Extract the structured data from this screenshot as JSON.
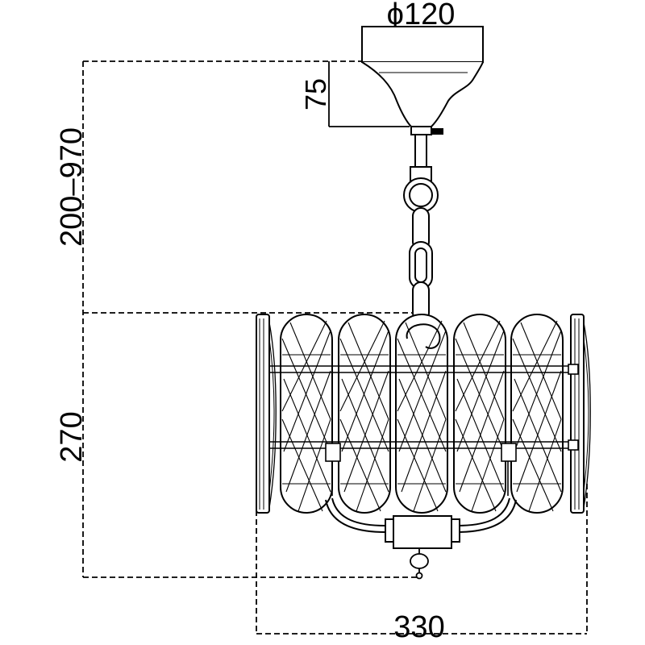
{
  "dimensions": {
    "canopy_diameter": "ϕ120",
    "canopy_height": "75",
    "chain_length": "200–970",
    "body_height": "270",
    "body_width": "330"
  },
  "colors": {
    "line": "#000000",
    "background": "#ffffff"
  }
}
